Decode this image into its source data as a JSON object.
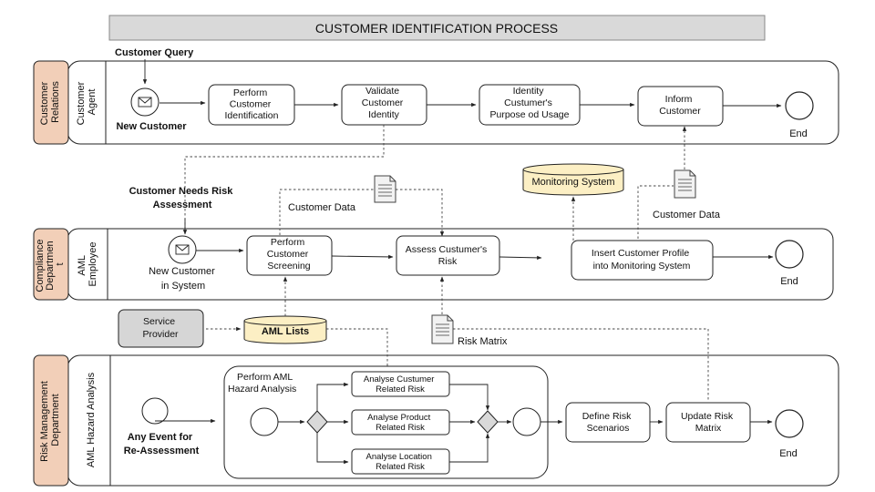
{
  "title": "CUSTOMER IDENTIFICATION PROCESS",
  "pools": {
    "customer_relations": {
      "department": [
        "Customer",
        "Relations"
      ],
      "role": [
        "Customer",
        "Agent"
      ]
    },
    "compliance": {
      "department": [
        "Compliance",
        "Departmen",
        "t"
      ],
      "role": [
        "AML",
        "Employee"
      ]
    },
    "risk_management": {
      "department": [
        "Risk Management",
        "Department"
      ],
      "role": [
        "AML Hazard Analysis"
      ]
    }
  },
  "lane1": {
    "query_label": "Customer Query",
    "start_label": "New Customer",
    "tasks": {
      "perform_identification": [
        "Perform",
        "Customer",
        "Identification"
      ],
      "validate_identity": [
        "Validate",
        "Customer",
        "Identity"
      ],
      "identify_purpose": [
        "Identity",
        "Custumer's",
        "Purpose od Usage"
      ],
      "inform_customer": [
        "Inform",
        "Customer"
      ]
    },
    "end_label": "End"
  },
  "between12": {
    "needs_assessment": [
      "Customer Needs Risk",
      "Assessment"
    ],
    "customer_data_left": "Customer Data",
    "monitoring_system": "Monitoring System",
    "customer_data_right": "Customer Data"
  },
  "lane2": {
    "start_label": [
      "New Customer",
      "in System"
    ],
    "tasks": {
      "perform_screening": [
        "Perform",
        "Customer",
        "Screening"
      ],
      "assess_risk": [
        "Assess Custumer's",
        "Risk"
      ],
      "insert_profile": [
        "Insert Customer Profile",
        "into Monitoring System"
      ]
    },
    "end_label": "End"
  },
  "between23": {
    "service_provider": [
      "Service",
      "Provider"
    ],
    "aml_lists": "AML Lists",
    "risk_matrix": "Risk Matrix"
  },
  "lane3": {
    "start_label": [
      "Any Event for",
      "Re-Assessment"
    ],
    "subprocess_label": [
      "Perform AML",
      "Hazard Analysis"
    ],
    "tasks": {
      "analyse_customer": [
        "Analyse Custumer",
        "Related Risk"
      ],
      "analyse_product": [
        "Analyse Product",
        "Related Risk"
      ],
      "analyse_location": [
        "Analyse Location",
        "Related Risk"
      ],
      "define_scenarios": [
        "Define Risk",
        "Scenarios"
      ],
      "update_matrix": [
        "Update Risk",
        "Matrix"
      ]
    },
    "end_label": "End"
  },
  "colors": {
    "department_fill": "#f2cfb8",
    "title_fill": "#d9d9d9",
    "database_fill": "#fcefc4",
    "provider_fill": "#d6d6d6"
  },
  "icons": {
    "message": "envelope-icon",
    "document": "document-icon",
    "database": "database-icon",
    "gateway": "parallel-gateway-icon"
  }
}
